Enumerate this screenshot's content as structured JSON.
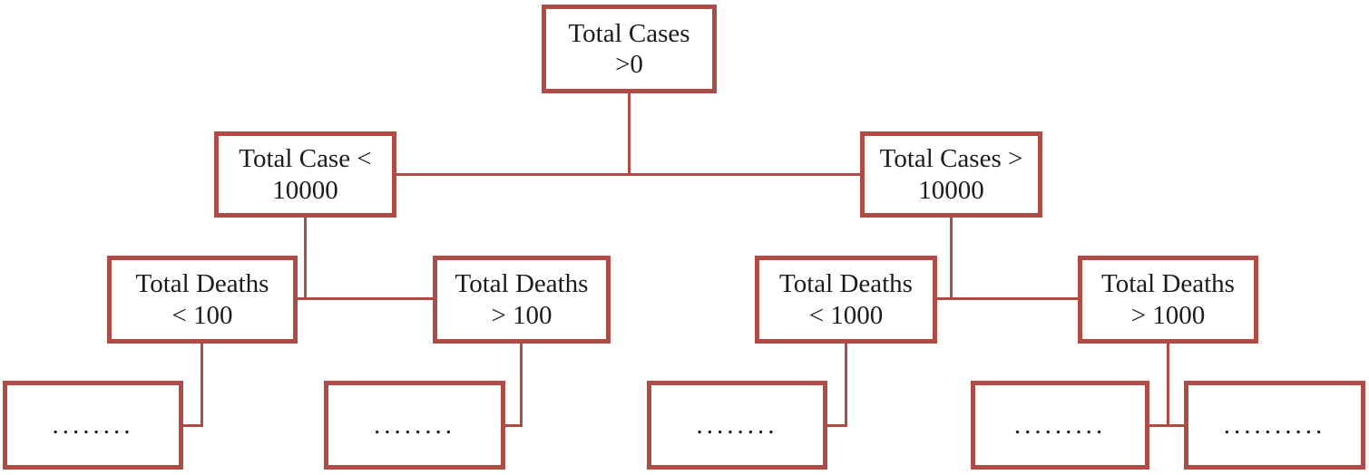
{
  "diagram": {
    "type": "decision-tree-flowchart",
    "accent_color": "#ae4b44",
    "text_color": "#1c1c1c",
    "background_color": "#ffffff",
    "nodes": {
      "root": {
        "line1": "Total Cases",
        "line2": ">0"
      },
      "cases_lt_10000": {
        "line1": "Total Case <",
        "line2": "10000"
      },
      "cases_gt_10000": {
        "line1": "Total Cases >",
        "line2": "10000"
      },
      "deaths_lt_100": {
        "line1": "Total Deaths",
        "line2": "< 100"
      },
      "deaths_gt_100": {
        "line1": "Total Deaths",
        "line2": "> 100"
      },
      "deaths_lt_1000": {
        "line1": "Total Deaths",
        "line2": "< 1000"
      },
      "deaths_gt_1000": {
        "line1": "Total Deaths",
        "line2": "> 1000"
      },
      "leaf_1": {
        "dots": "........"
      },
      "leaf_2": {
        "dots": "........"
      },
      "leaf_3": {
        "dots": "........"
      },
      "leaf_4": {
        "dots": "........."
      },
      "leaf_5": {
        "dots": ".........."
      }
    }
  }
}
